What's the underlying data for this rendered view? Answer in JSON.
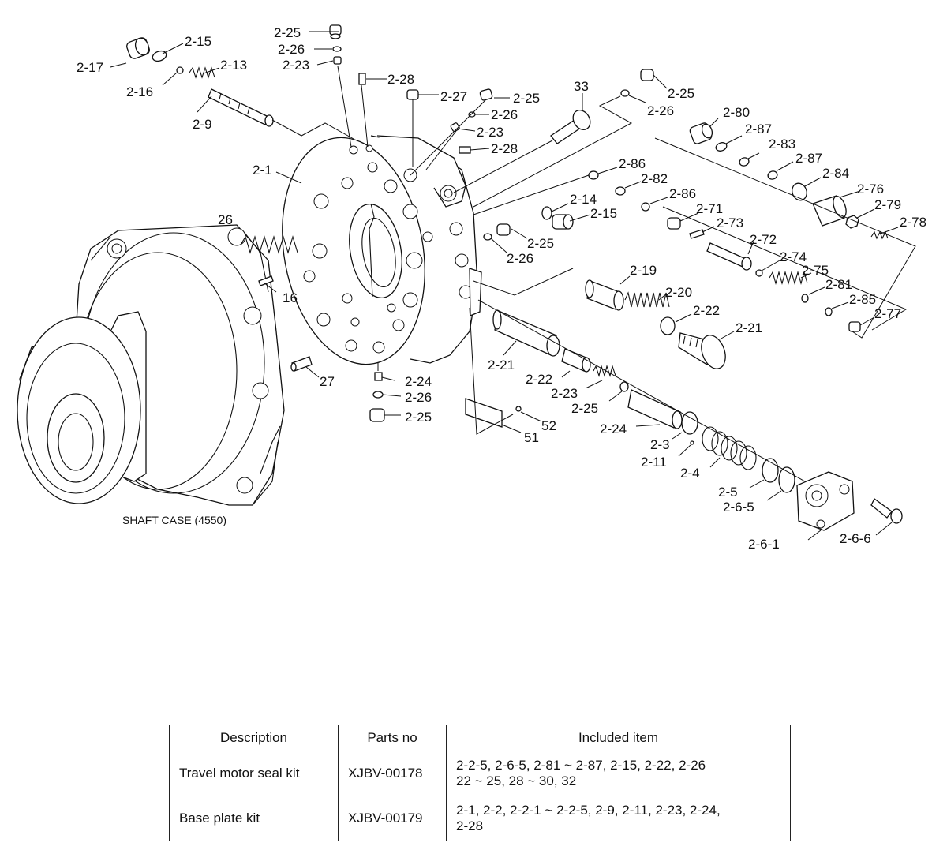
{
  "diagram": {
    "case_label": "SHAFT CASE (4550)",
    "labels": [
      {
        "id": "l-2-17",
        "text": "2-17"
      },
      {
        "id": "l-2-15a",
        "text": "2-15"
      },
      {
        "id": "l-2-16",
        "text": "2-16"
      },
      {
        "id": "l-2-13",
        "text": "2-13"
      },
      {
        "id": "l-2-9",
        "text": "2-9"
      },
      {
        "id": "l-2-25a",
        "text": "2-25"
      },
      {
        "id": "l-2-26a",
        "text": "2-26"
      },
      {
        "id": "l-2-23a",
        "text": "2-23"
      },
      {
        "id": "l-2-28a",
        "text": "2-28"
      },
      {
        "id": "l-2-27",
        "text": "2-27"
      },
      {
        "id": "l-2-25b",
        "text": "2-25"
      },
      {
        "id": "l-2-26b",
        "text": "2-26"
      },
      {
        "id": "l-2-23b",
        "text": "2-23"
      },
      {
        "id": "l-2-28b",
        "text": "2-28"
      },
      {
        "id": "l-33",
        "text": "33"
      },
      {
        "id": "l-2-25c",
        "text": "2-25"
      },
      {
        "id": "l-2-26c",
        "text": "2-26"
      },
      {
        "id": "l-2-80",
        "text": "2-80"
      },
      {
        "id": "l-2-87a",
        "text": "2-87"
      },
      {
        "id": "l-2-83",
        "text": "2-83"
      },
      {
        "id": "l-2-87b",
        "text": "2-87"
      },
      {
        "id": "l-2-84",
        "text": "2-84"
      },
      {
        "id": "l-2-76",
        "text": "2-76"
      },
      {
        "id": "l-2-79",
        "text": "2-79"
      },
      {
        "id": "l-2-78",
        "text": "2-78"
      },
      {
        "id": "l-2-1",
        "text": "2-1"
      },
      {
        "id": "l-2-86a",
        "text": "2-86"
      },
      {
        "id": "l-2-82",
        "text": "2-82"
      },
      {
        "id": "l-2-86b",
        "text": "2-86"
      },
      {
        "id": "l-2-14",
        "text": "2-14"
      },
      {
        "id": "l-2-15b",
        "text": "2-15"
      },
      {
        "id": "l-2-71",
        "text": "2-71"
      },
      {
        "id": "l-2-73",
        "text": "2-73"
      },
      {
        "id": "l-2-72",
        "text": "2-72"
      },
      {
        "id": "l-26",
        "text": "26"
      },
      {
        "id": "l-2-25d",
        "text": "2-25"
      },
      {
        "id": "l-2-26d",
        "text": "2-26"
      },
      {
        "id": "l-2-74",
        "text": "2-74"
      },
      {
        "id": "l-2-75",
        "text": "2-75"
      },
      {
        "id": "l-16",
        "text": "16"
      },
      {
        "id": "l-2-19",
        "text": "2-19"
      },
      {
        "id": "l-2-81",
        "text": "2-81"
      },
      {
        "id": "l-2-20",
        "text": "2-20"
      },
      {
        "id": "l-2-85",
        "text": "2-85"
      },
      {
        "id": "l-2-22a",
        "text": "2-22"
      },
      {
        "id": "l-2-77",
        "text": "2-77"
      },
      {
        "id": "l-2-21a",
        "text": "2-21"
      },
      {
        "id": "l-2-21b",
        "text": "2-21"
      },
      {
        "id": "l-27",
        "text": "27"
      },
      {
        "id": "l-2-24a",
        "text": "2-24"
      },
      {
        "id": "l-2-22b",
        "text": "2-22"
      },
      {
        "id": "l-2-26e",
        "text": "2-26"
      },
      {
        "id": "l-2-23c",
        "text": "2-23"
      },
      {
        "id": "l-2-25e",
        "text": "2-25"
      },
      {
        "id": "l-2-25f",
        "text": "2-25"
      },
      {
        "id": "l-52",
        "text": "52"
      },
      {
        "id": "l-2-24b",
        "text": "2-24"
      },
      {
        "id": "l-51",
        "text": "51"
      },
      {
        "id": "l-2-3",
        "text": "2-3"
      },
      {
        "id": "l-2-11",
        "text": "2-11"
      },
      {
        "id": "l-2-4",
        "text": "2-4"
      },
      {
        "id": "l-2-5",
        "text": "2-5"
      },
      {
        "id": "l-2-6-5",
        "text": "2-6-5"
      },
      {
        "id": "l-2-6-1",
        "text": "2-6-1"
      },
      {
        "id": "l-2-6-6",
        "text": "2-6-6"
      }
    ]
  },
  "table": {
    "headers": [
      "Description",
      "Parts no",
      "Included item"
    ],
    "rows": [
      {
        "description": "Travel motor seal kit",
        "parts_no": "XJBV-00178",
        "items_line1": "2-2-5, 2-6-5, 2-81 ~ 2-87, 2-15, 2-22, 2-26",
        "items_line2": "22 ~ 25, 28 ~ 30, 32"
      },
      {
        "description": "Base plate kit",
        "parts_no": "XJBV-00179",
        "items_line1": "2-1, 2-2, 2-2-1 ~ 2-2-5, 2-9, 2-11, 2-23, 2-24,",
        "items_line2": "2-28"
      }
    ]
  }
}
